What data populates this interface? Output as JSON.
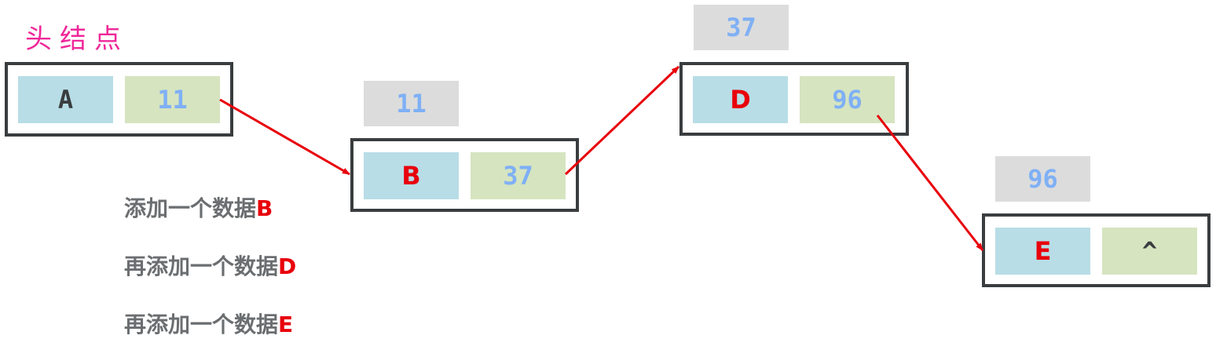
{
  "head_label": "头结点",
  "nodes": [
    {
      "id": "A",
      "data": "A",
      "next": "11",
      "address": ""
    },
    {
      "id": "B",
      "data": "B",
      "next": "37",
      "address": "11"
    },
    {
      "id": "D",
      "data": "D",
      "next": "96",
      "address": "37"
    },
    {
      "id": "E",
      "data": "E",
      "next": "^",
      "address": "96"
    }
  ],
  "captions": [
    {
      "text": "添加一个数据",
      "highlight": "B"
    },
    {
      "text": "再添加一个数据",
      "highlight": "D"
    },
    {
      "text": "再添加一个数据",
      "highlight": "E"
    }
  ],
  "colors": {
    "arrow": "#e8000b",
    "data_cell": "#b8dde6",
    "next_cell": "#d6e4c0",
    "address_box": "#dcdcdc",
    "head_label": "#f0289a"
  }
}
